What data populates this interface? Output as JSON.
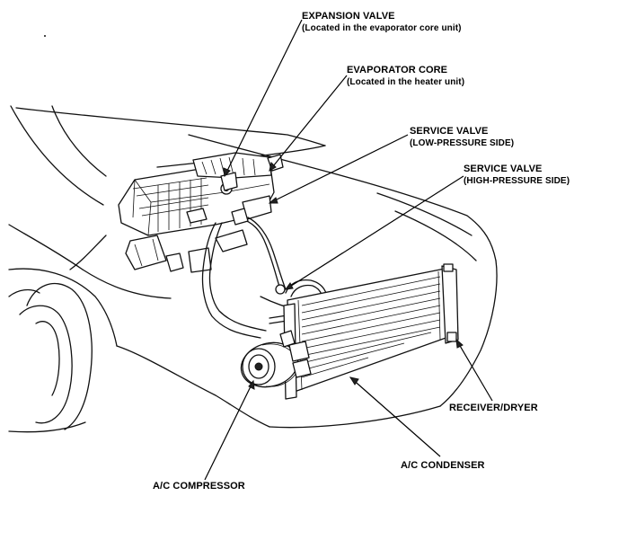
{
  "labels": {
    "expansion_valve": {
      "title": "EXPANSION VALVE",
      "sub": "(Located in the evaporator core unit)"
    },
    "evaporator_core": {
      "title": "EVAPORATOR CORE",
      "sub": "(Located in the heater unit)"
    },
    "service_valve_low": {
      "title": "SERVICE VALVE",
      "sub": "(LOW-PRESSURE SIDE)"
    },
    "service_valve_high": {
      "title": "SERVICE VALVE",
      "sub": "(HIGH-PRESSURE SIDE)"
    },
    "receiver_dryer": {
      "title": "RECEIVER/DRYER"
    },
    "ac_condenser": {
      "title": "A/C CONDENSER"
    },
    "ac_compressor": {
      "title": "A/C COMPRESSOR"
    }
  }
}
